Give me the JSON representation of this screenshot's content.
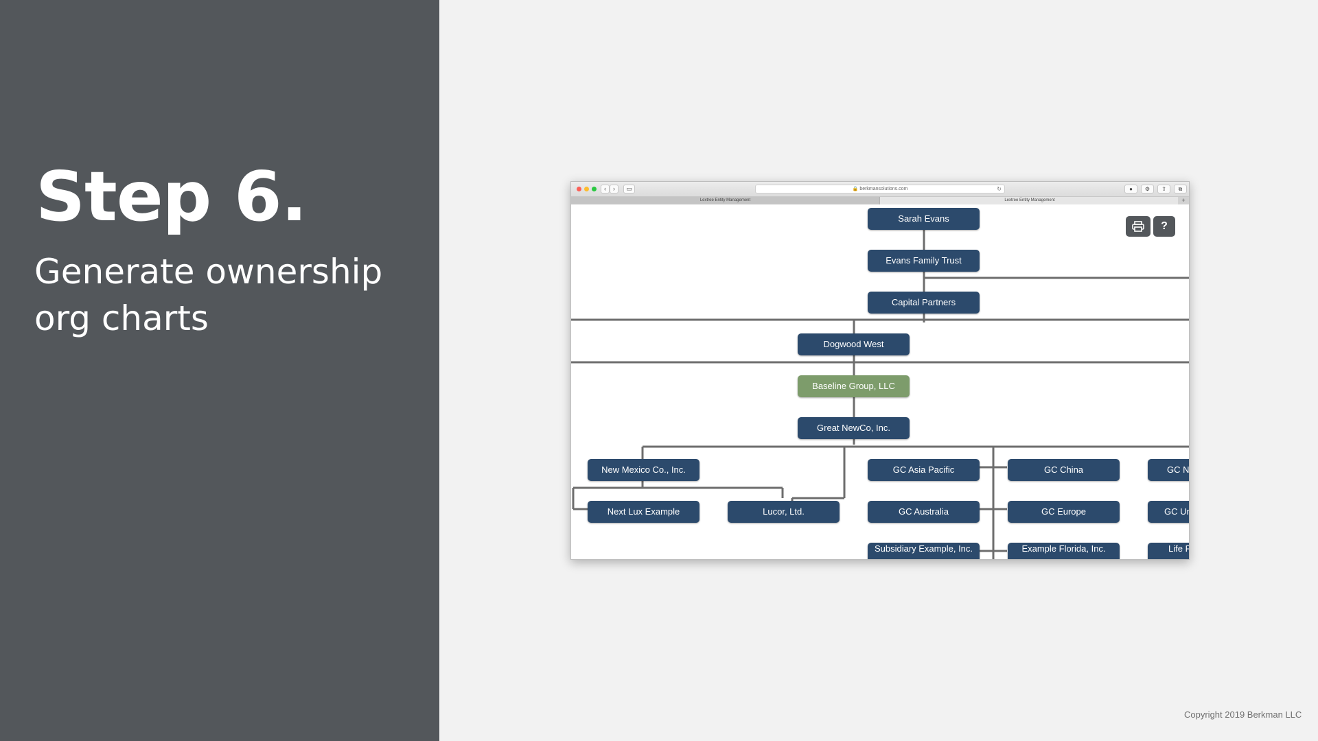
{
  "slide": {
    "step_title": "Step 6.",
    "step_subtitle": "Generate ownership org charts",
    "copyright": "Copyright 2019 Berkman LLC"
  },
  "colors": {
    "left_panel": "#53575b",
    "background": "#f2f2f2",
    "node": "#2c4a6c",
    "node_highlight": "#7d9c6b",
    "connector": "#6d6d6d"
  },
  "browser": {
    "url": "berkmansolutions.com",
    "tabs": [
      "Lextree Entity Management",
      "Lextree Entity Management"
    ],
    "icons": [
      "back-icon",
      "forward-icon",
      "sidebar-icon",
      "reload-icon",
      "download-icon",
      "settings-icon",
      "share-icon",
      "tabs-icon",
      "new-tab-icon"
    ]
  },
  "chart_actions": {
    "print_icon": "print-icon",
    "help_label": "?"
  },
  "org_chart": {
    "nodes": {
      "sarah_evans": "Sarah Evans",
      "evans_family_trust": "Evans Family Trust",
      "capital_partners": "Capital Partners",
      "dogwood_west": "Dogwood West",
      "baseline_group": "Baseline Group, LLC",
      "great_newco": "Great NewCo, Inc.",
      "new_mexico_co": "New Mexico Co., Inc.",
      "next_lux_example": "Next Lux Example",
      "lucor": "Lucor, Ltd.",
      "gc_asia_pacific": "GC Asia Pacific",
      "gc_australia": "GC Australia",
      "subsidiary_example": "Subsidiary Example, Inc.",
      "gc_china": "GC China",
      "gc_europe": "GC Europe",
      "example_florida": "Example Florida, Inc.",
      "gc_n": "GC N",
      "gc_un": "GC Un",
      "life_policies": "Life Polici"
    },
    "highlighted": "baseline_group"
  }
}
